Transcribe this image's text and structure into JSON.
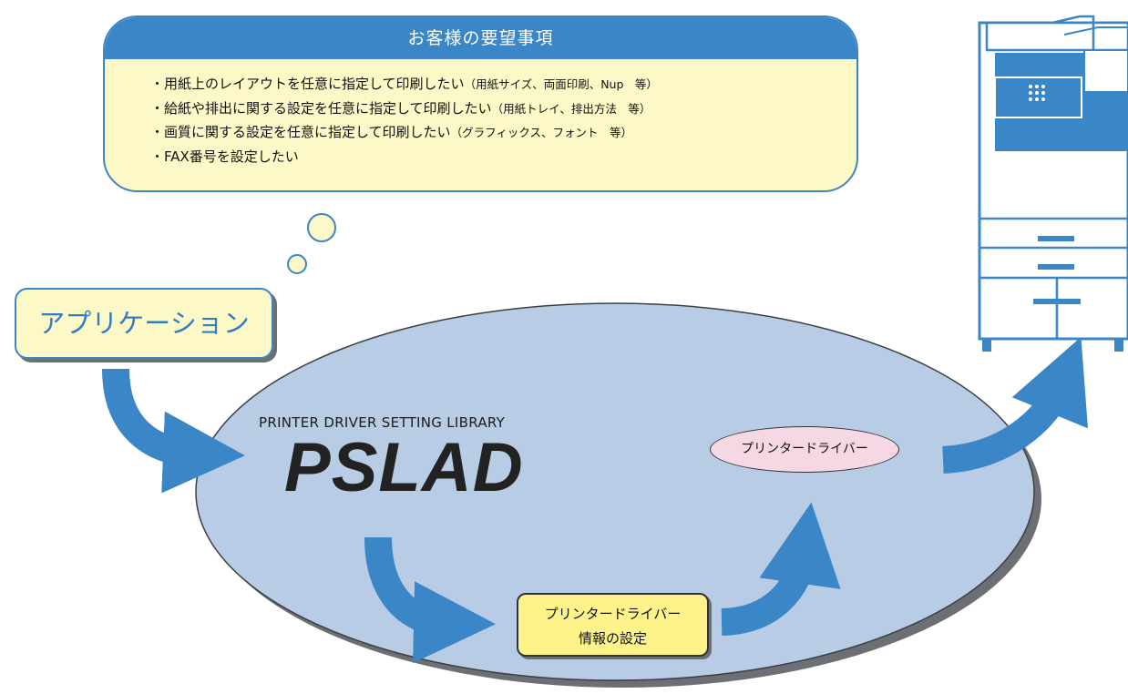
{
  "requirements": {
    "title": "お客様の要望事項",
    "items": [
      {
        "text": "・用紙上のレイアウトを任意に指定して印刷したい",
        "note": "（用紙サイズ、両面印刷、Nup　等）"
      },
      {
        "text": "・給紙や排出に関する設定を任意に指定して印刷したい",
        "note": "（用紙トレイ、排出方法　等）"
      },
      {
        "text": "・画質に関する設定を任意に指定して印刷したい",
        "note": "（グラフィックス、フォント　等）"
      },
      {
        "text": "・FAX番号を設定したい",
        "note": ""
      }
    ]
  },
  "application": {
    "label": "アプリケーション"
  },
  "library": {
    "subtitle": "PRINTER DRIVER SETTING LIBRARY",
    "title": "PSLAD"
  },
  "driver": {
    "label": "プリンタードライバー"
  },
  "settings": {
    "line1": "プリンタードライバー",
    "line2": "情報の設定"
  },
  "colors": {
    "blue": "#3b86c6",
    "ellipse": "#b8cce6",
    "yellow_light": "#fdf8c8",
    "yellow": "#fdf38a",
    "pink": "#f6d7e4",
    "shadow": "#6c6f73"
  },
  "icons": [
    "printer-icon",
    "curved-arrow-icon",
    "thought-bubble-icon"
  ]
}
